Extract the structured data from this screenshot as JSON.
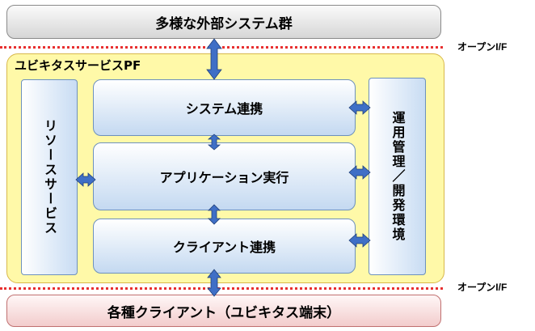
{
  "top_bar": {
    "label": "多様な外部システム群"
  },
  "bottom_bar": {
    "label": "各種クライアント（ユビキタス端末）"
  },
  "platform": {
    "label": "ユビキタスサービスPF"
  },
  "resource_service": {
    "label": "リソースサービス"
  },
  "operations": {
    "label": "運用管理／開発環境"
  },
  "boxes": {
    "system": "システム連携",
    "application": "アプリケーション実行",
    "client": "クライアント連携"
  },
  "interfaces": {
    "top": "オープンI/F",
    "bottom": "オープンI/F"
  },
  "colors": {
    "platform_fill": "#fff9a8",
    "box_fill": "#c4d9f1",
    "arrow": "#3f6fc6",
    "interface_line": "#e83030"
  }
}
